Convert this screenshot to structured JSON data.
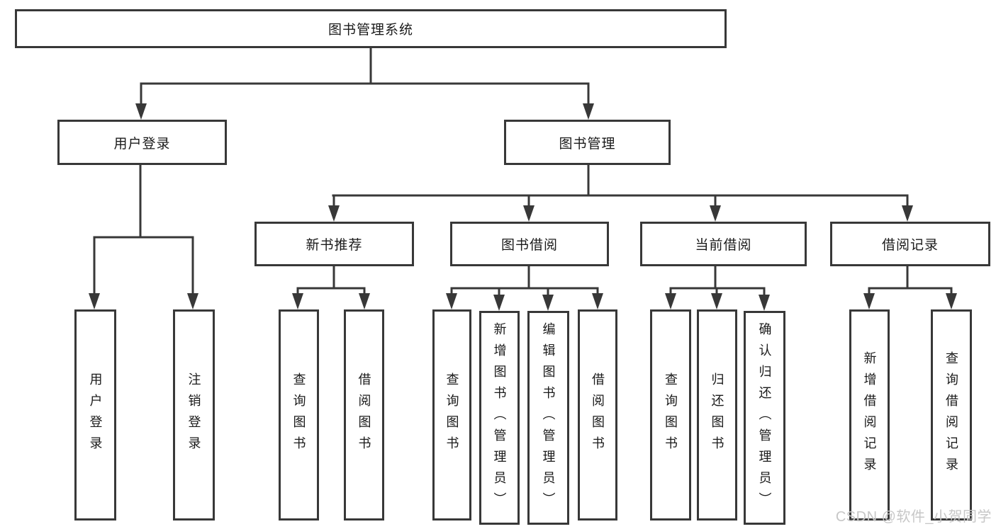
{
  "tree": {
    "root": {
      "label": "图书管理系统"
    },
    "branches": [
      {
        "label": "用户登录",
        "children": [
          {
            "label": "用户登录"
          },
          {
            "label": "注销登录"
          }
        ]
      },
      {
        "label": "图书管理",
        "children": [
          {
            "label": "新书推荐",
            "children": [
              {
                "label": "查询图书"
              },
              {
                "label": "借阅图书"
              }
            ]
          },
          {
            "label": "图书借阅",
            "children": [
              {
                "label": "查询图书"
              },
              {
                "label": "新增图书（管理员）"
              },
              {
                "label": "编辑图书（管理员）"
              },
              {
                "label": "借阅图书"
              }
            ]
          },
          {
            "label": "当前借阅",
            "children": [
              {
                "label": "查询图书"
              },
              {
                "label": "归还图书"
              },
              {
                "label": "确认归还（管理员）"
              }
            ]
          },
          {
            "label": "借阅记录",
            "children": [
              {
                "label": "新增借阅记录"
              },
              {
                "label": "查询借阅记录"
              }
            ]
          }
        ]
      }
    ]
  },
  "watermark": {
    "text": "CSDN @软件_小贺同学"
  },
  "colors": {
    "line": "#383838",
    "box_border": "#383838",
    "box_fill": "#ffffff",
    "text": "#1a1a1a",
    "watermark": "#c7c7c7"
  }
}
